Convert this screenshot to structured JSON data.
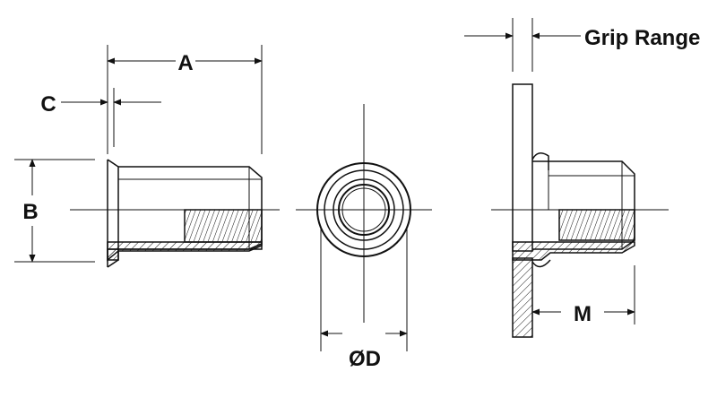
{
  "labels": {
    "a": "A",
    "b": "B",
    "c": "C",
    "d": "ØD",
    "m": "M",
    "grip_range": "Grip Range"
  },
  "colors": {
    "ink": "#111111",
    "background": "#ffffff"
  }
}
